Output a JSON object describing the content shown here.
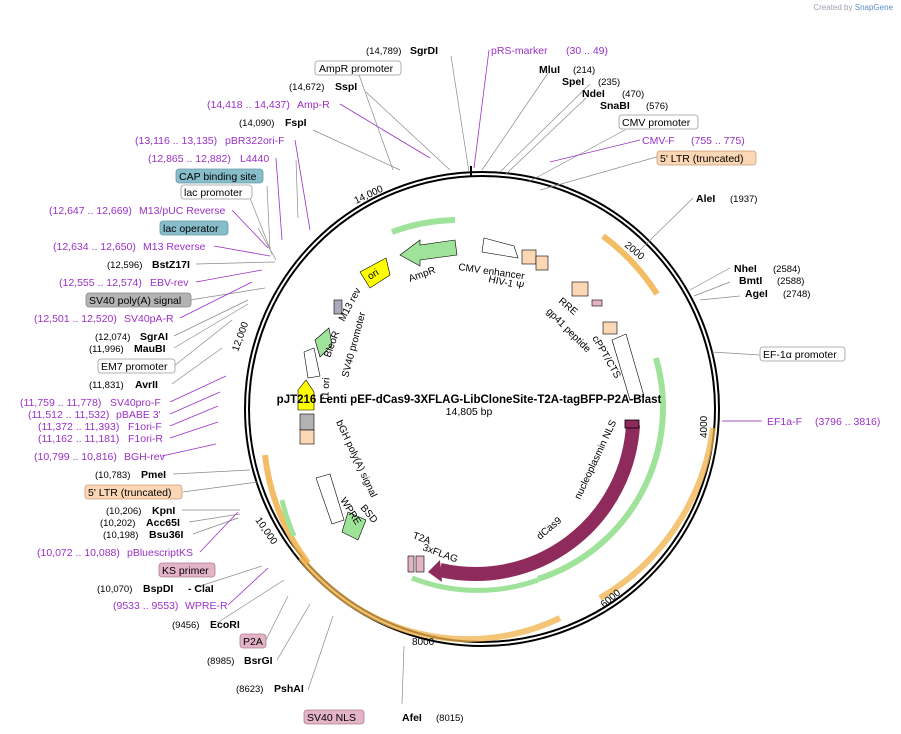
{
  "credit": {
    "prefix": "Created by",
    "brand": "SnapGene"
  },
  "plasmid": {
    "name": "pJT216 Lenti pEF-dCas9-3XFLAG-LibCloneSite-T2A-tagBFP-P2A-Blast",
    "size_text": "14,805 bp",
    "length": 14805
  },
  "ticks": [
    "2000",
    "4000",
    "6000",
    "8000",
    "10,000",
    "12,000",
    "14,000"
  ],
  "enzymes": [
    {
      "pos": "(14,789)",
      "name": "SgrDI"
    },
    {
      "pos": "(14,672)",
      "name": "SspI"
    },
    {
      "pos": "(14,090)",
      "name": "FspI"
    },
    {
      "pos": "(12,596)",
      "name": "BstZ17I"
    },
    {
      "pos": "(12,074)",
      "name": "SgrAI"
    },
    {
      "pos": "(11,996)",
      "name": "MauBI"
    },
    {
      "pos": "(11,831)",
      "name": "AvrII"
    },
    {
      "pos": "(10,783)",
      "name": "PmeI"
    },
    {
      "pos": "(10,206)",
      "name": "KpnI"
    },
    {
      "pos": "(10,202)",
      "name": "Acc65I"
    },
    {
      "pos": "(10,198)",
      "name": "Bsu36I"
    },
    {
      "pos": "(10,070)",
      "name": "BspDI"
    },
    {
      "pos": "(9456)",
      "name": "EcoRI"
    },
    {
      "pos": "(8985)",
      "name": "BsrGI"
    },
    {
      "pos": "(8623)",
      "name": "PshAI"
    },
    {
      "pos": "(8015)",
      "name": "AfeI"
    },
    {
      "pos": "(214)",
      "name": "MluI"
    },
    {
      "pos": "(235)",
      "name": "SpeI"
    },
    {
      "pos": "(470)",
      "name": "NdeI"
    },
    {
      "pos": "(576)",
      "name": "SnaBI"
    },
    {
      "pos": "(1937)",
      "name": "AleI"
    },
    {
      "pos": "(2584)",
      "name": "NheI"
    },
    {
      "pos": "(2588)",
      "name": "BmtI"
    },
    {
      "pos": "(2748)",
      "name": "AgeI"
    }
  ],
  "claI": "- ClaI",
  "primers": [
    {
      "name": "pRS-marker",
      "range": "(30 .. 49)"
    },
    {
      "name": "Amp-R",
      "range": "(14,418 .. 14,437)"
    },
    {
      "name": "pBR322ori-F",
      "range": "(13,116 .. 13,135)"
    },
    {
      "name": "L4440",
      "range": "(12,865 .. 12,882)"
    },
    {
      "name": "M13/pUC Reverse",
      "range": "(12,647 .. 12,669)"
    },
    {
      "name": "M13 Reverse",
      "range": "(12,634 .. 12,650)"
    },
    {
      "name": "EBV-rev",
      "range": "(12,555 .. 12,574)"
    },
    {
      "name": "SV40pA-R",
      "range": "(12,501 .. 12,520)"
    },
    {
      "name": "SV40pro-F",
      "range": "(11,759 .. 11,778)"
    },
    {
      "name": "pBABE 3'",
      "range": "(11,512 .. 11,532)"
    },
    {
      "name": "F1ori-F",
      "range": "(11,372 .. 11,393)"
    },
    {
      "name": "F1ori-R",
      "range": "(11,162 .. 11,181)"
    },
    {
      "name": "BGH-rev",
      "range": "(10,799 .. 10,816)"
    },
    {
      "name": "pBluescriptKS",
      "range": "(10,072 .. 10,088)"
    },
    {
      "name": "WPRE-R",
      "range": "(9533 .. 9553)"
    },
    {
      "name": "CMV-F",
      "range": "(755 .. 775)"
    },
    {
      "name": "EF1a-F",
      "range": "(3796 .. 3816)"
    }
  ],
  "boxes": {
    "ampr_promoter": "AmpR promoter",
    "cap_site": "CAP binding site",
    "lac_promoter": "lac promoter",
    "lac_operator": "lac operator",
    "sv40_polya": "SV40 poly(A) signal",
    "em7": "EM7 promoter",
    "ltr_left": "5' LTR (truncated)",
    "ks_primer": "KS primer",
    "p2a": "P2A",
    "sv40_nls": "SV40 NLS",
    "cmv_promoter": "CMV promoter",
    "ltr_right": "5' LTR (truncated)",
    "ef1a_promoter": "EF-1α promoter"
  },
  "features": {
    "ampr": "AmpR",
    "ori": "ori",
    "m13rev": "M13 rev",
    "bleor": "BleoR",
    "sv40prom": "SV40 promoter",
    "f1ori": "f1 ori",
    "bgh": "bGH poly(A) signal",
    "wpre": "WPRE",
    "bsd": "BSD",
    "t2a": "T2A",
    "flag": "3xFLAG",
    "dcas9": "dCas9",
    "nls": "nucleoplasmin NLS",
    "cmv_enh": "CMV enhancer",
    "hiv": "HIV-1 Ψ",
    "rre": "RRE",
    "gp41": "gp41 peptide",
    "cppt": "cPPT/CTS"
  },
  "colors": {
    "backbone": "#000000",
    "dcas9": "#8e2a5c",
    "green": "#9fe29a",
    "orange": "#f0b24a",
    "ori": "#ffff00",
    "primer": "#9b30c8",
    "box_cyan": "#87bdcb",
    "box_gray": "#b3b3b3",
    "box_peach": "#fbd7b5",
    "box_pink": "#e3b3c6"
  }
}
